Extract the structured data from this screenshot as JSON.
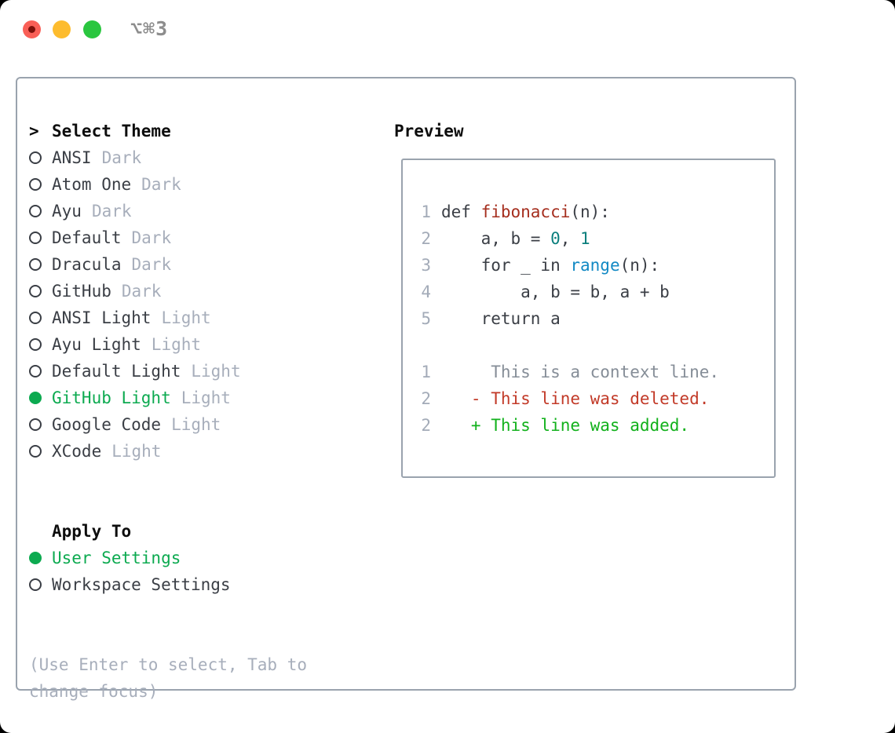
{
  "window": {
    "title": "⌥⌘3",
    "traffic_lights": [
      {
        "name": "close-button",
        "color": "#f95f57"
      },
      {
        "name": "minimize-button",
        "color": "#fdbc2e"
      },
      {
        "name": "zoom-button",
        "color": "#2ac63f"
      }
    ]
  },
  "theme_panel": {
    "header": {
      "prompt": ">",
      "label": "Select Theme"
    },
    "themes": [
      {
        "name": "ANSI",
        "tag": "Dark",
        "selected": false
      },
      {
        "name": "Atom One",
        "tag": "Dark",
        "selected": false
      },
      {
        "name": "Ayu",
        "tag": "Dark",
        "selected": false
      },
      {
        "name": "Default",
        "tag": "Dark",
        "selected": false
      },
      {
        "name": "Dracula",
        "tag": "Dark",
        "selected": false
      },
      {
        "name": "GitHub",
        "tag": "Dark",
        "selected": false
      },
      {
        "name": "ANSI Light",
        "tag": "Light",
        "selected": false
      },
      {
        "name": "Ayu Light",
        "tag": "Light",
        "selected": false
      },
      {
        "name": "Default Light",
        "tag": "Light",
        "selected": false
      },
      {
        "name": "GitHub Light",
        "tag": "Light",
        "selected": true
      },
      {
        "name": "Google Code",
        "tag": "Light",
        "selected": false
      },
      {
        "name": "XCode",
        "tag": "Light",
        "selected": false
      }
    ],
    "apply_to": {
      "header": "Apply To",
      "options": [
        {
          "label": "User Settings",
          "selected": true
        },
        {
          "label": "Workspace Settings",
          "selected": false
        }
      ]
    },
    "help_lines": [
      "(Use Enter to select, Tab to",
      "change focus)"
    ]
  },
  "preview": {
    "title": "Preview",
    "lines": [
      {
        "num": "1",
        "tokens": [
          {
            "t": "def ",
            "c": "plain"
          },
          {
            "t": "fibonacci",
            "c": "fn"
          },
          {
            "t": "(n):",
            "c": "plain"
          }
        ]
      },
      {
        "num": "2",
        "tokens": [
          {
            "t": "    a, b = ",
            "c": "plain"
          },
          {
            "t": "0",
            "c": "num"
          },
          {
            "t": ", ",
            "c": "plain"
          },
          {
            "t": "1",
            "c": "num"
          }
        ]
      },
      {
        "num": "3",
        "tokens": [
          {
            "t": "    for _ in ",
            "c": "plain"
          },
          {
            "t": "range",
            "c": "builtin"
          },
          {
            "t": "(n):",
            "c": "plain"
          }
        ]
      },
      {
        "num": "4",
        "tokens": [
          {
            "t": "        a, b = b, a + b",
            "c": "plain"
          }
        ]
      },
      {
        "num": "5",
        "tokens": [
          {
            "t": "    return a",
            "c": "plain"
          }
        ]
      },
      {
        "num": "",
        "tokens": []
      },
      {
        "num": "1",
        "tokens": [
          {
            "t": "     This is a context line.",
            "c": "context"
          }
        ]
      },
      {
        "num": "2",
        "tokens": [
          {
            "t": "   - This line was deleted.",
            "c": "deletion"
          }
        ]
      },
      {
        "num": "2",
        "tokens": [
          {
            "t": "   + This line was added.",
            "c": "addition"
          }
        ]
      }
    ]
  },
  "colors": {
    "accent_green": "#0caa50",
    "addition_green": "#12b11c",
    "deletion_red": "#c23a28",
    "function_red": "#a52e1e",
    "number_teal": "#0b7f7d",
    "builtin_blue": "#1289c4",
    "muted_gray": "#a7aebb",
    "border_gray": "#9aa3ae",
    "text_dark": "#3a3e45"
  }
}
